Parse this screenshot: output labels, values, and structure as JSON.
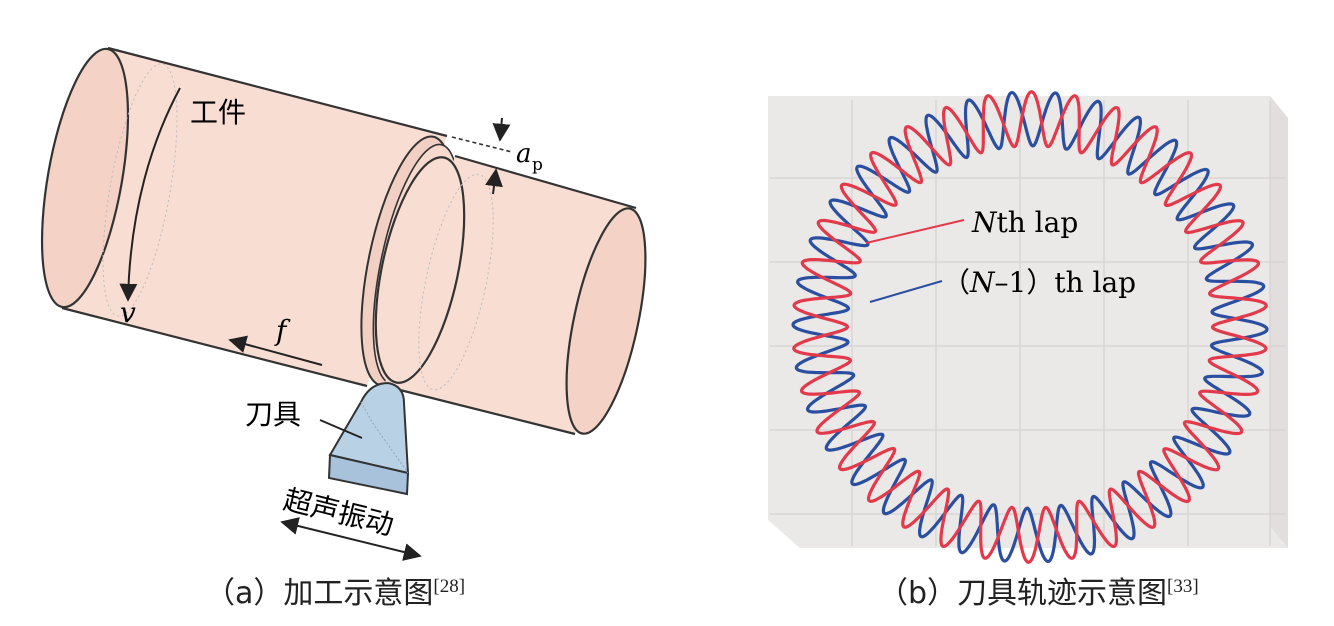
{
  "panel_a": {
    "workpiece_label": "工件",
    "tool_label": "刀具",
    "ultrasonic_label": "超声振动",
    "velocity_symbol": "v",
    "feed_symbol": "f",
    "depth_symbol": "a",
    "depth_subscript": "p",
    "caption": {
      "prefix": "（a）",
      "text": "加工示意图",
      "ref": "[28]"
    },
    "colors": {
      "workpiece_fill": "#f8ddd2",
      "tool_fill": "#b9d1e4",
      "outline": "#333333"
    }
  },
  "panel_b": {
    "label_n": {
      "italic": "N",
      "rest": "th lap"
    },
    "label_n_minus_1": {
      "open": "（",
      "italic": "N",
      "rest": "–1）th lap"
    },
    "caption": {
      "prefix": "（b）",
      "text": "刀具轨迹示意图",
      "ref": "[33]"
    },
    "colors": {
      "lap_n": "#e23a4b",
      "lap_n_minus_1": "#2b4fa0",
      "background": "#ebe8e8",
      "grid": "#d6d2d2"
    },
    "wave_cycles": 34
  }
}
